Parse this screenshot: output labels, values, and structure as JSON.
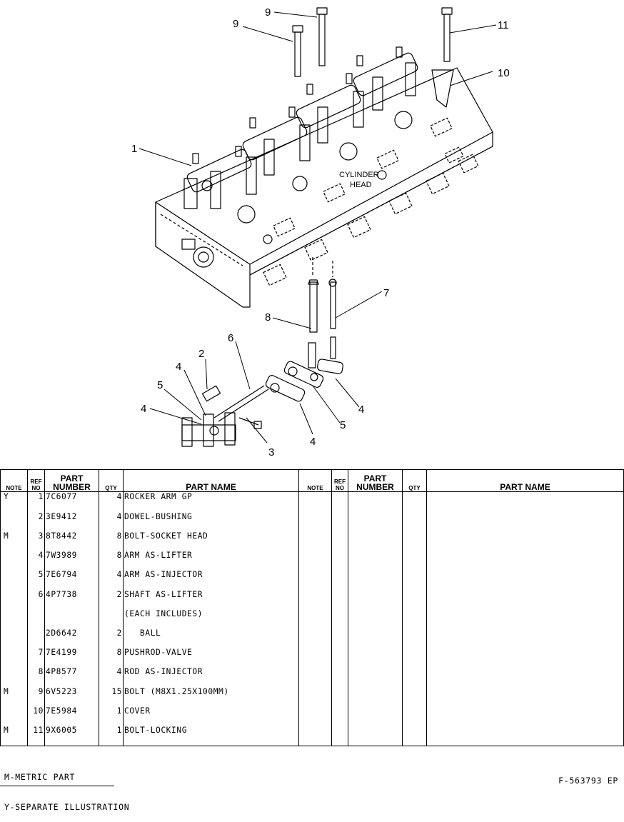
{
  "illustration": {
    "callouts": [
      "1",
      "2",
      "3",
      "4",
      "4",
      "4",
      "4",
      "5",
      "5",
      "6",
      "7",
      "8",
      "9",
      "9",
      "10",
      "11"
    ],
    "cylinder_head_label": [
      "CYLINDER",
      "HEAD"
    ]
  },
  "table": {
    "headers": {
      "note": "NOTE",
      "ref_no": [
        "REF",
        "NO"
      ],
      "part_number": [
        "PART",
        "NUMBER"
      ],
      "qty": "QTY",
      "part_name": "PART NAME"
    },
    "rows": [
      {
        "note": "Y",
        "ref": "1",
        "part": "7C6077",
        "qty": "4",
        "name": "ROCKER ARM GP"
      },
      {
        "note": "",
        "ref": "2",
        "part": "3E9412",
        "qty": "4",
        "name": "DOWEL-BUSHING"
      },
      {
        "note": "M",
        "ref": "3",
        "part": "8T8442",
        "qty": "8",
        "name": "BOLT-SOCKET HEAD"
      },
      {
        "note": "",
        "ref": "4",
        "part": "7W3989",
        "qty": "8",
        "name": "ARM AS-LIFTER"
      },
      {
        "note": "",
        "ref": "5",
        "part": "7E6794",
        "qty": "4",
        "name": "ARM AS-INJECTOR"
      },
      {
        "note": "",
        "ref": "6",
        "part": "4P7738",
        "qty": "2",
        "name": "SHAFT AS-LIFTER"
      },
      {
        "note": "",
        "ref": "",
        "part": "",
        "qty": "",
        "name": "(EACH INCLUDES)"
      },
      {
        "note": "",
        "ref": "",
        "part": "2D6642",
        "qty": "2",
        "name": "   BALL"
      },
      {
        "note": "",
        "ref": "7",
        "part": "7E4199",
        "qty": "8",
        "name": "PUSHROD-VALVE"
      },
      {
        "note": "",
        "ref": "8",
        "part": "4P8577",
        "qty": "4",
        "name": "ROD AS-INJECTOR"
      },
      {
        "note": "M",
        "ref": "9",
        "part": "6V5223",
        "qty": "15",
        "name": "BOLT (M8X1.25X100MM)"
      },
      {
        "note": "",
        "ref": "10",
        "part": "7E5984",
        "qty": "1",
        "name": "COVER"
      },
      {
        "note": "M",
        "ref": "11",
        "part": "9X6005",
        "qty": "1",
        "name": "BOLT-LOCKING"
      }
    ]
  },
  "footnotes": [
    "M-METRIC PART",
    "Y-SEPARATE ILLUSTRATION"
  ],
  "figure_id": "F-563793 EP"
}
